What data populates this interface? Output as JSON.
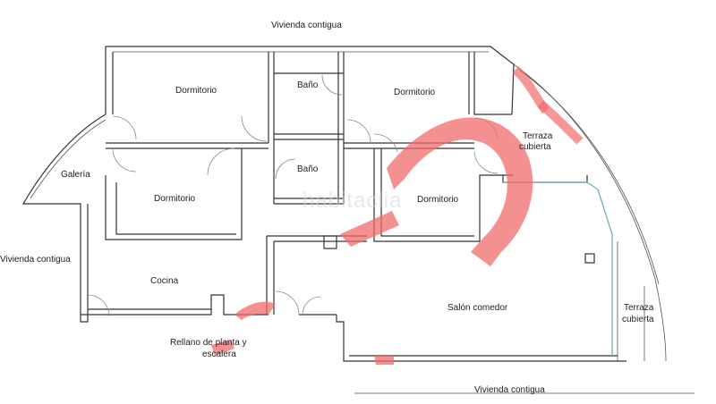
{
  "labels": {
    "adjacent_top": "Vivienda contigua",
    "adjacent_left": "Vivienda contigua",
    "adjacent_bottom": "Vivienda contigua",
    "bedroom_1": "Dormitorio",
    "bedroom_2": "Dormitorio",
    "bedroom_3": "Dormitorio",
    "bedroom_4": "Dormitorio",
    "bathroom_1": "Baño",
    "bathroom_2": "Baño",
    "gallery": "Galería",
    "kitchen": "Cocina",
    "living_dining": "Salón comedor",
    "terrace_1_line1": "Terraza",
    "terrace_1_line2": "cubierta",
    "terrace_2_line1": "Terraza",
    "terrace_2_line2": "cubierta",
    "landing_line1": "Rellano de planta y",
    "landing_line2": "escalera"
  },
  "watermark": "habitaclia",
  "colors": {
    "wall": "#333333",
    "glazing": "#6fb0b8",
    "brand_mark": "#f26b6b",
    "watermark": "#d6d6d6"
  }
}
